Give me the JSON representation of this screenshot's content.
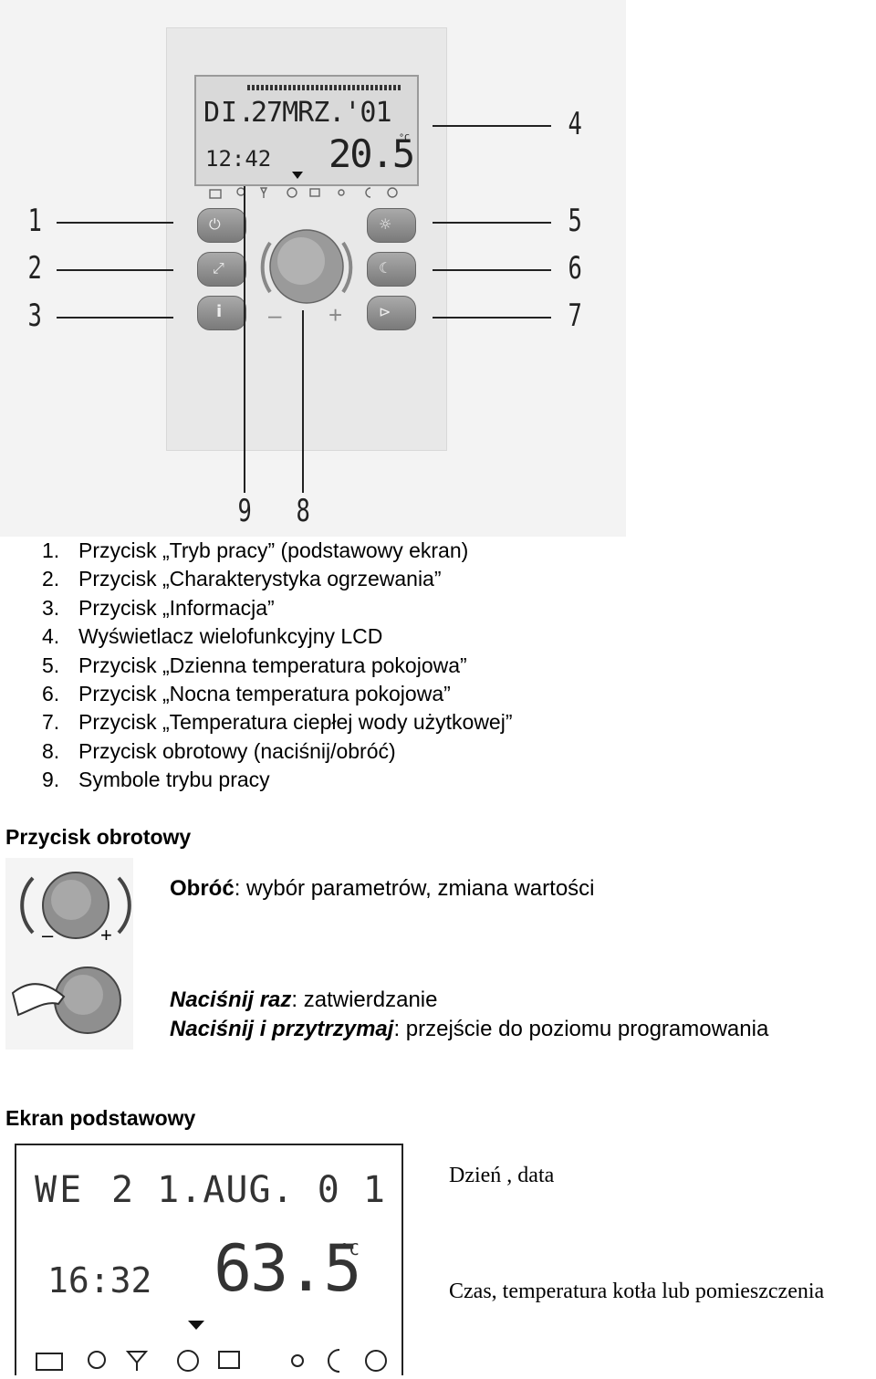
{
  "device": {
    "lcd": {
      "day": "DI.",
      "date": "27MRZ.'01",
      "time": "12:42",
      "temperature": "20.5",
      "unit": "°C"
    },
    "mode_symbols": [
      "briefcase",
      "person",
      "party",
      "clock",
      "tap",
      "sun",
      "moon",
      "power"
    ],
    "dial_minus": "–",
    "dial_plus": "+",
    "callouts": [
      "1",
      "2",
      "3",
      "4",
      "5",
      "6",
      "7",
      "9",
      "8"
    ]
  },
  "legend": [
    {
      "num": "1.",
      "text": "Przycisk „Tryb pracy” (podstawowy ekran)"
    },
    {
      "num": "2.",
      "text": "Przycisk „Charakterystyka ogrzewania”"
    },
    {
      "num": "3.",
      "text": "Przycisk „Informacja”"
    },
    {
      "num": "4.",
      "text": "Wyświetlacz wielofunkcyjny LCD"
    },
    {
      "num": "5.",
      "text": "Przycisk „Dzienna temperatura pokojowa”"
    },
    {
      "num": "6.",
      "text": "Przycisk „Nocna temperatura pokojowa”"
    },
    {
      "num": "7.",
      "text": "Przycisk „Temperatura ciepłej wody użytkowej”"
    },
    {
      "num": "8.",
      "text": "Przycisk obrotowy (naciśnij/obróć)"
    },
    {
      "num": "9.",
      "text": "Symbole trybu pracy"
    }
  ],
  "rotary_section": {
    "heading": "Przycisk obrotowy",
    "rotate_label": "Obróć",
    "rotate_text": ": wybór parametrów, zmiana wartości",
    "press_label": "Naciśnij raz",
    "press_text": ": zatwierdzanie",
    "hold_label": "Naciśnij i przytrzymaj",
    "hold_text": ": przejście do poziomu programowania",
    "dial_minus": "–",
    "dial_plus": "+"
  },
  "basic_screen": {
    "heading": "Ekran podstawowy",
    "lcd_day": "WE",
    "lcd_date": "2 1.AUG. 0 1",
    "lcd_time": "16:32",
    "lcd_temp": "63.5",
    "lcd_unit": "°C",
    "note_date": "Dzień , data",
    "note_temp": "Czas, temperatura kotła lub pomieszczenia"
  }
}
